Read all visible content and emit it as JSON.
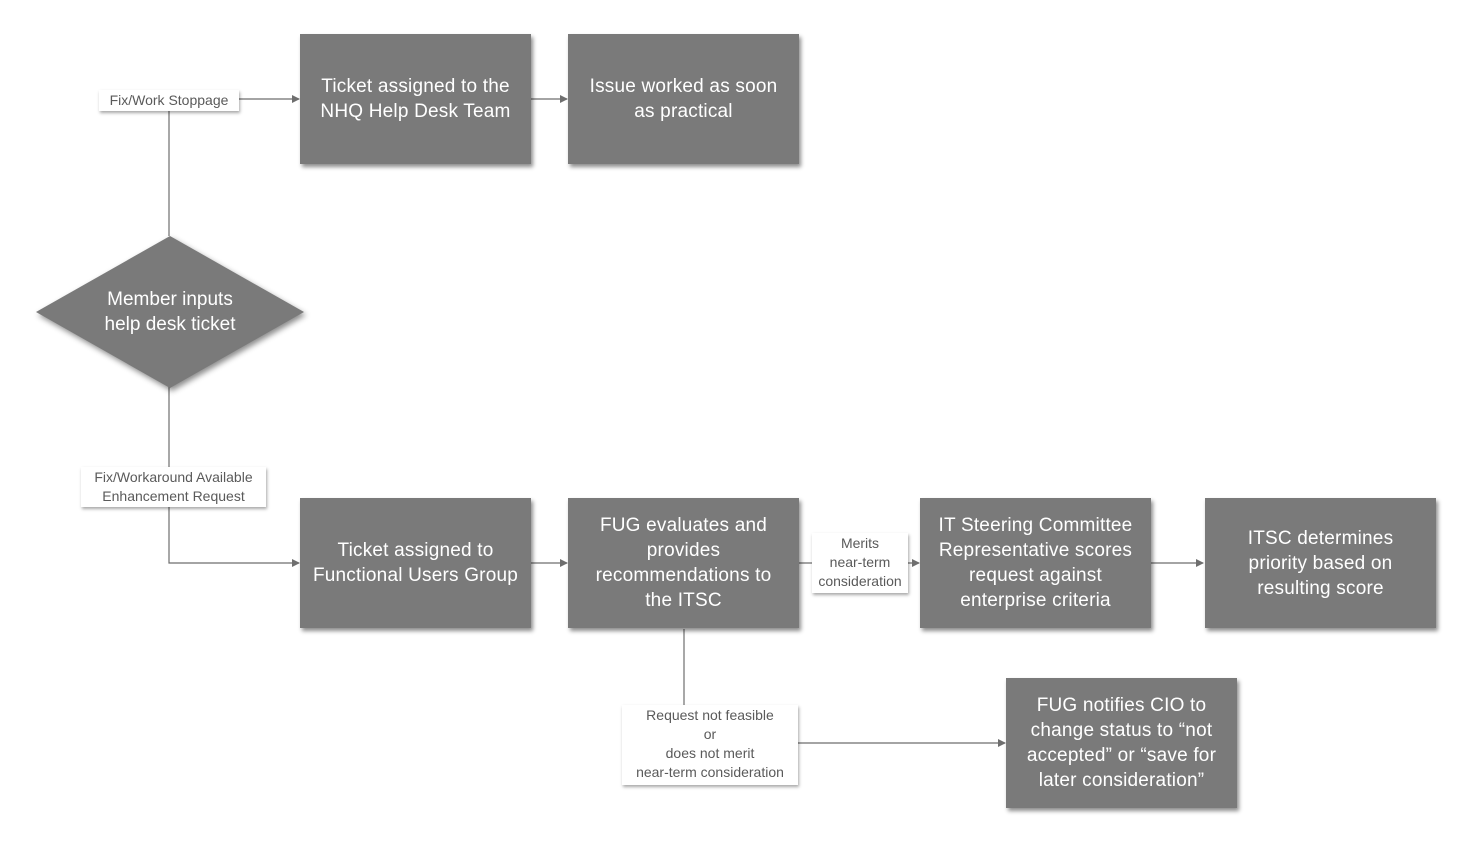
{
  "nodes": {
    "member_inputs": "Member inputs\nhelp desk ticket",
    "help_desk": "Ticket assigned to the\nNHQ Help Desk Team",
    "issue_worked": "Issue worked as soon\nas practical",
    "fug_assigned": "Ticket assigned to\nFunctional Users Group",
    "fug_evaluates": "FUG evaluates and\nprovides\nrecommendations to\nthe ITSC",
    "itsc_rep": "IT Steering Committee\nRepresentative scores\nrequest against\nenterprise criteria",
    "itsc_priority": "ITSC determines\npriority based on\nresulting score",
    "fug_notifies": "FUG notifies CIO to\nchange status to “not\naccepted” or “save for\nlater consideration”"
  },
  "edge_labels": {
    "fix_stoppage": "Fix/Work Stoppage",
    "workaround": "Fix/Workaround Available\nEnhancement Request",
    "merits": "Merits\nnear-term\nconsideration",
    "not_feasible": "Request not feasible\nor\ndoes not merit\nnear-term consideration"
  },
  "colors": {
    "node_fill": "#7a7a7a",
    "connector": "#6e6e6e",
    "label_text": "#5a5a5a"
  }
}
